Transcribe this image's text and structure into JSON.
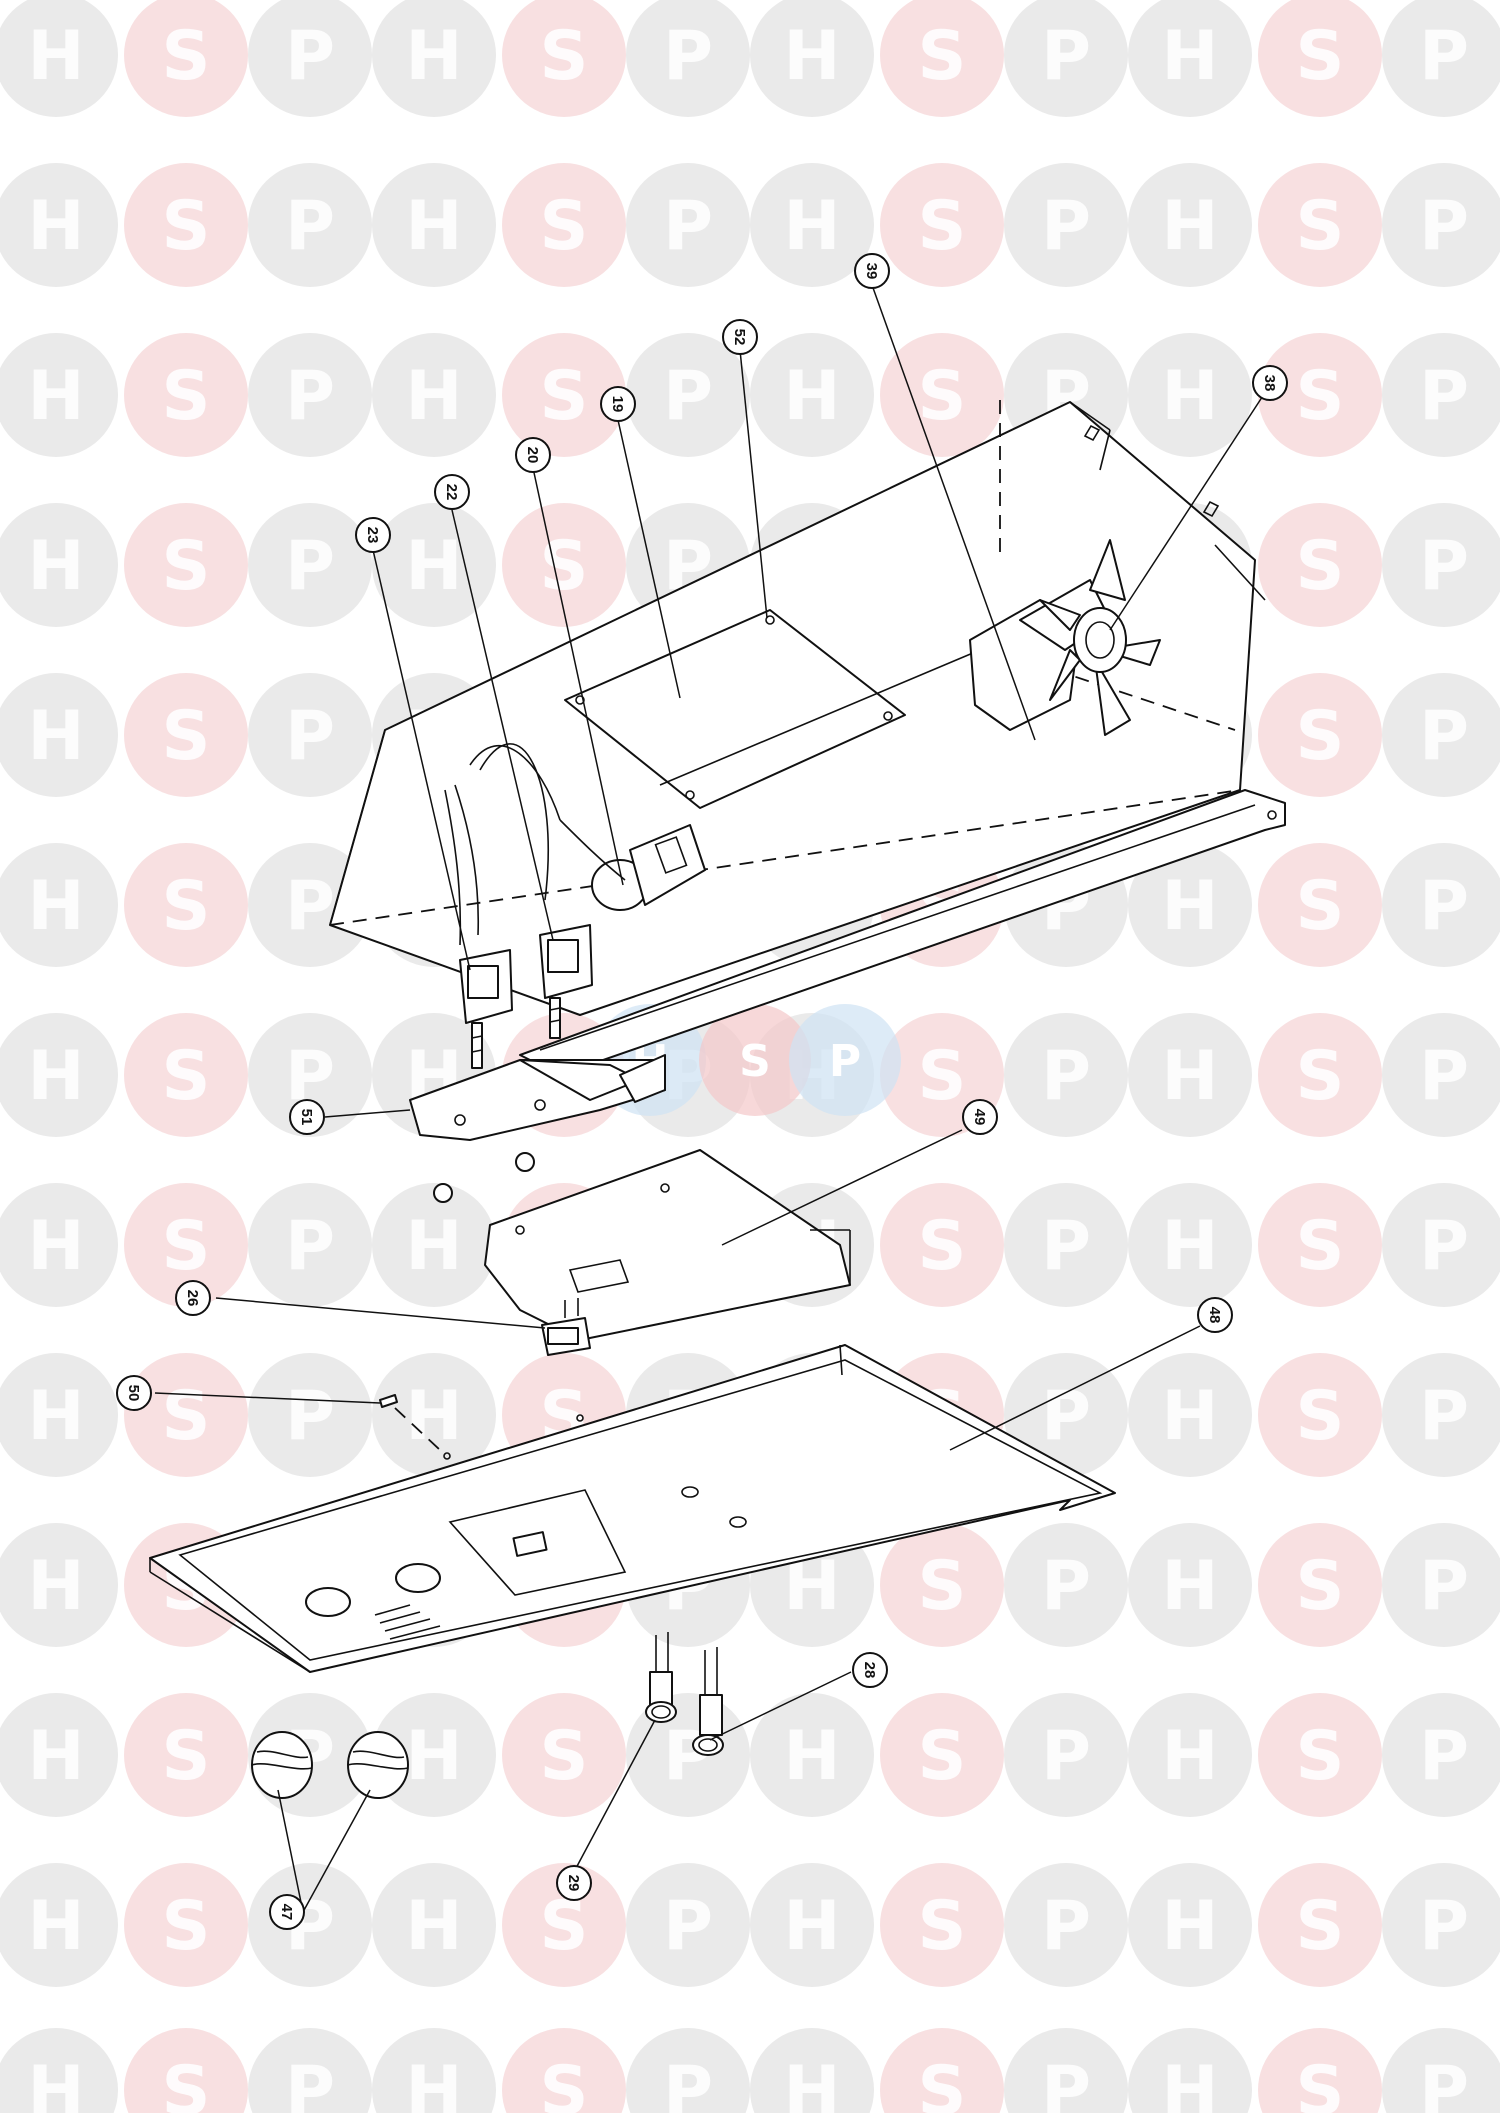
{
  "diagram": {
    "watermark": {
      "letters": [
        "H",
        "S",
        "P"
      ],
      "grey": "#d9d9d9",
      "pink": "#f3c7c9",
      "blue": "#cfe3f3"
    },
    "callouts": [
      {
        "id": "c39",
        "label": "39"
      },
      {
        "id": "c38",
        "label": "38"
      },
      {
        "id": "c52",
        "label": "52"
      },
      {
        "id": "c19",
        "label": "19"
      },
      {
        "id": "c20",
        "label": "20"
      },
      {
        "id": "c22",
        "label": "22"
      },
      {
        "id": "c23",
        "label": "23"
      },
      {
        "id": "c51",
        "label": "51"
      },
      {
        "id": "c49",
        "label": "49"
      },
      {
        "id": "c26",
        "label": "26"
      },
      {
        "id": "c48",
        "label": "48"
      },
      {
        "id": "c50",
        "label": "50"
      },
      {
        "id": "c28",
        "label": "28"
      },
      {
        "id": "c29",
        "label": "29"
      },
      {
        "id": "c47",
        "label": "47"
      }
    ]
  }
}
